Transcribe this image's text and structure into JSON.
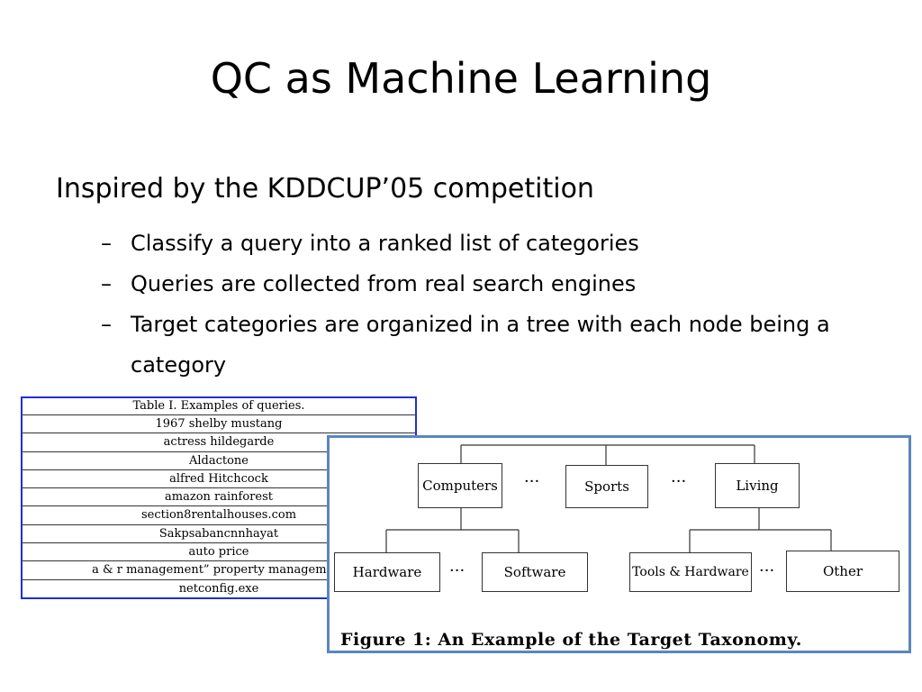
{
  "slide": {
    "title": "QC as Machine Learning",
    "main_bullet": "Inspired by the KDDCUP’05 competition",
    "sub_bullets": [
      "Classify a query into a ranked list of categories",
      "Queries are collected from real search engines",
      "Target categories are organized in a tree with each node being a category"
    ],
    "dash": "–"
  },
  "table": {
    "caption": "Table I.   Examples of queries.",
    "rows": [
      "1967 shelby mustang",
      "actress hildegarde",
      "Aldactone",
      "alfred Hitchcock",
      "amazon rainforest",
      "section8rentalhouses.com",
      "Sakpsabancnnhayat",
      "auto price",
      "a & r management” property management",
      "netconfig.exe"
    ]
  },
  "figure": {
    "top_nodes": [
      "Computers",
      "Sports",
      "Living"
    ],
    "bottom_nodes": [
      "Hardware",
      "Software",
      "Tools & Hardware",
      "Other"
    ],
    "ellipsis": "···",
    "caption": "Figure 1: An Example of the Target Taxonomy."
  },
  "colors": {
    "table_border": "#1f2fd6",
    "figure_border": "#5b86c0"
  }
}
